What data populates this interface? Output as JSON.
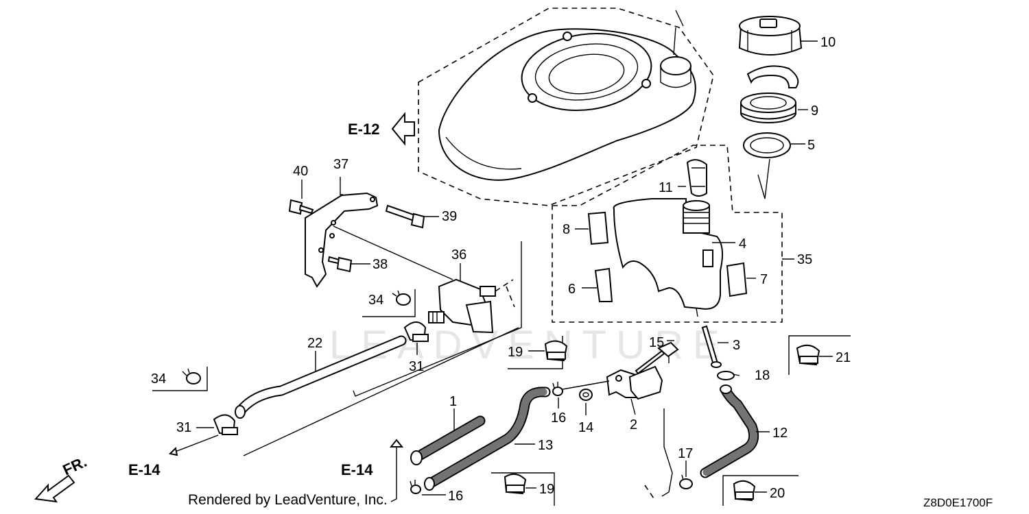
{
  "watermark": "LEADVENTURE",
  "footer": {
    "credit": "Rendered by LeadVenture, Inc.",
    "diagram_code": "Z8D0E1700F"
  },
  "references": {
    "e12": "E-12",
    "e14_left": "E-14",
    "e14_mid": "E-14",
    "front": "FR."
  },
  "callouts": {
    "p1": "1",
    "p2": "2",
    "p3": "3",
    "p4": "4",
    "p5": "5",
    "p6": "6",
    "p7": "7",
    "p8": "8",
    "p9": "9",
    "p10": "10",
    "p11": "11",
    "p12": "12",
    "p13": "13",
    "p14": "14",
    "p15": "15",
    "p16a": "16",
    "p16b": "16",
    "p17": "17",
    "p18": "18",
    "p19a": "19",
    "p19b": "19",
    "p20": "20",
    "p21": "21",
    "p22": "22",
    "p31a": "31",
    "p31b": "31",
    "p34a": "34",
    "p34b": "34",
    "p35": "35",
    "p36": "36",
    "p37": "37",
    "p38": "38",
    "p39": "39",
    "p40": "40"
  }
}
